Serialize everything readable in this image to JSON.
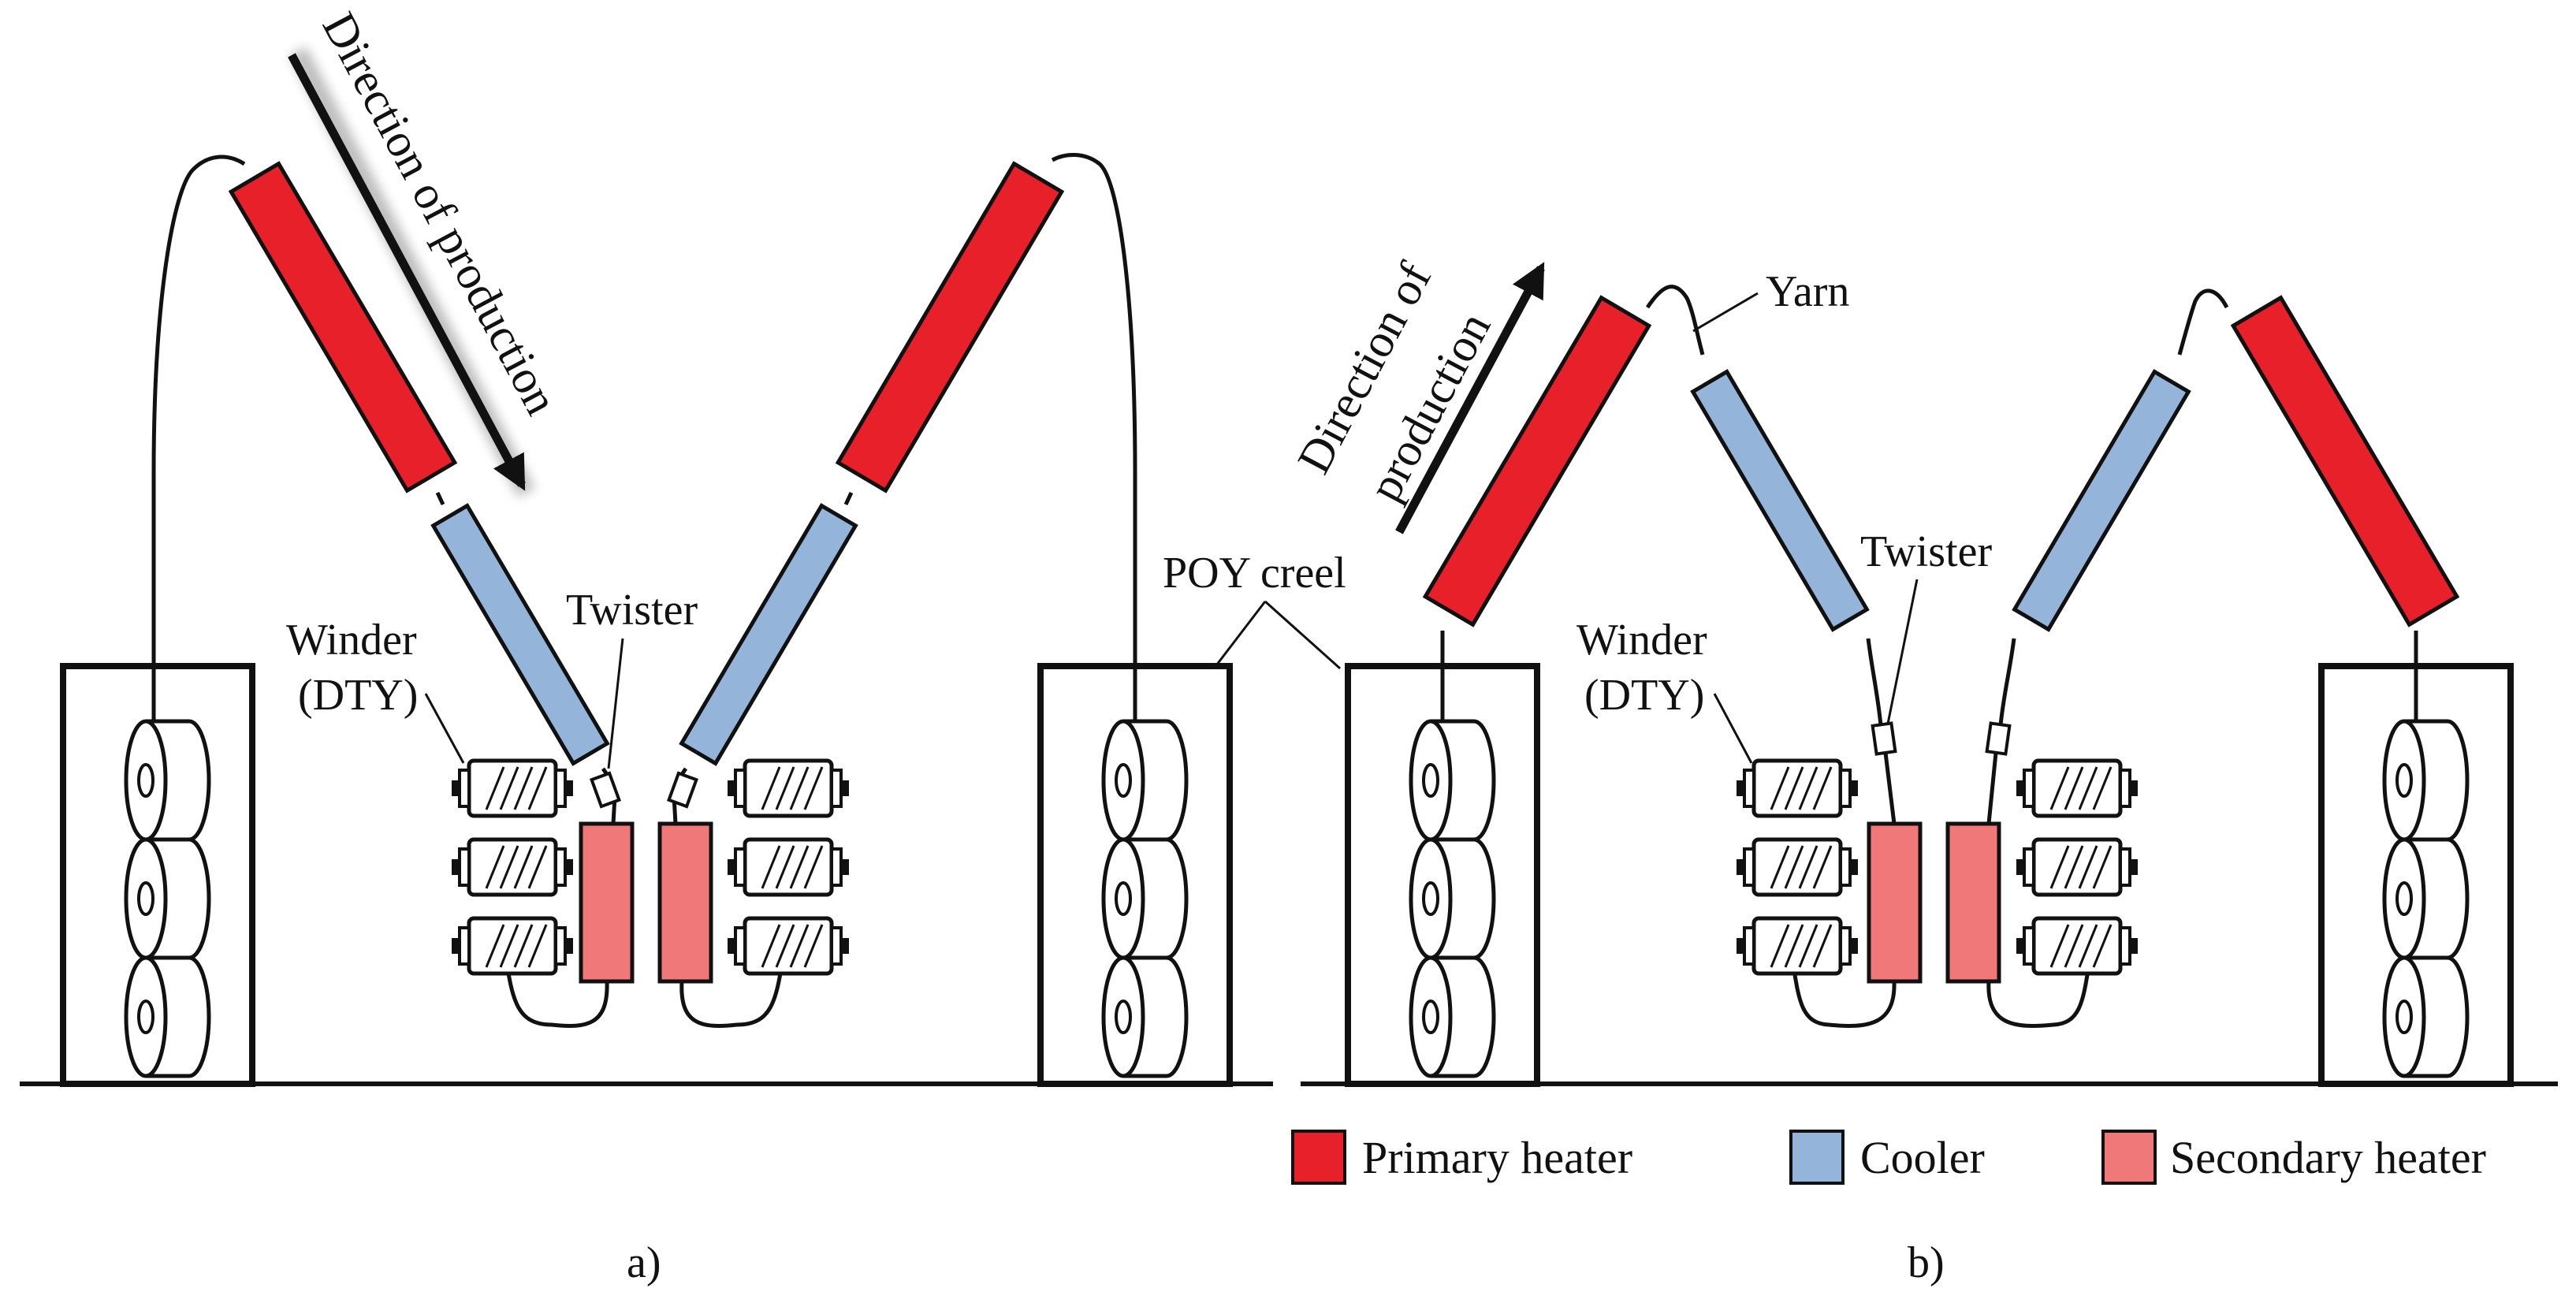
{
  "labels": {
    "direction_a": "Direction of production",
    "direction_b_line1": "Direction of",
    "direction_b_line2": "production",
    "twister": "Twister",
    "winder_line1": "Winder",
    "winder_line2": "(DTY)",
    "poy_creel": "POY creel",
    "yarn": "Yarn"
  },
  "legend": {
    "primary": "Primary heater",
    "cooler": "Cooler",
    "secondary": "Secondary heater"
  },
  "captions": {
    "a": "a)",
    "b": "b)"
  },
  "colors": {
    "primary_heater": "#e8202a",
    "cooler": "#94b4d9",
    "secondary_heater": "#f07878",
    "outline": "#111111"
  }
}
